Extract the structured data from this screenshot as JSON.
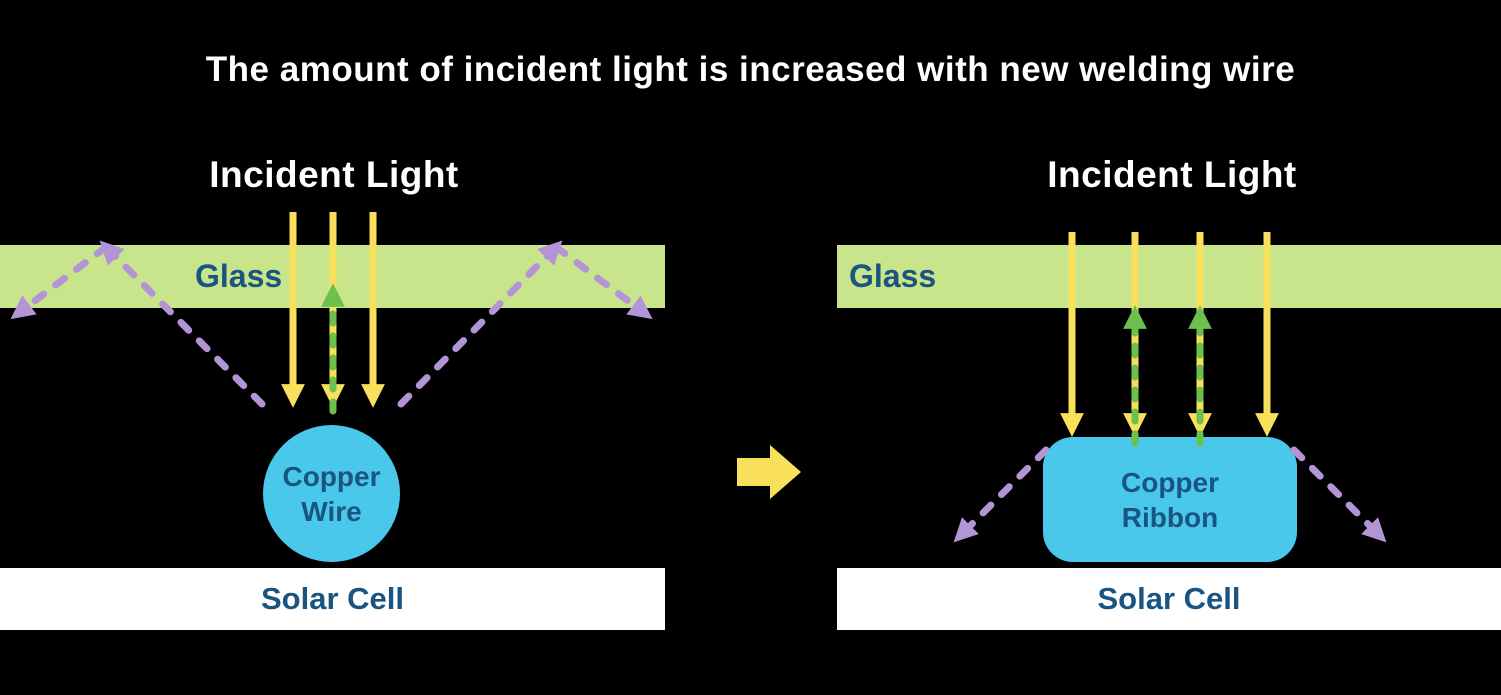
{
  "title": "The amount of incident light is increased with new welding wire",
  "colors": {
    "background": "#000000",
    "text": "#ffffff",
    "glass": "#c9e58c",
    "yellow": "#f8df5c",
    "green": "#6cc14d",
    "purple": "#b394d7",
    "blue": "#49c8eb",
    "navy": "#1a5480",
    "solar": "#ffffff"
  },
  "left_panel": {
    "incident_light_label": "Incident Light",
    "glass_label": "Glass",
    "copper_label_line1": "Copper",
    "copper_label_line2": "Wire",
    "solar_cell_label": "Solar Cell"
  },
  "right_panel": {
    "incident_light_label": "Incident Light",
    "glass_label": "Glass",
    "copper_label_line1": "Copper",
    "copper_label_line2": "Ribbon",
    "solar_cell_label": "Solar Cell"
  }
}
